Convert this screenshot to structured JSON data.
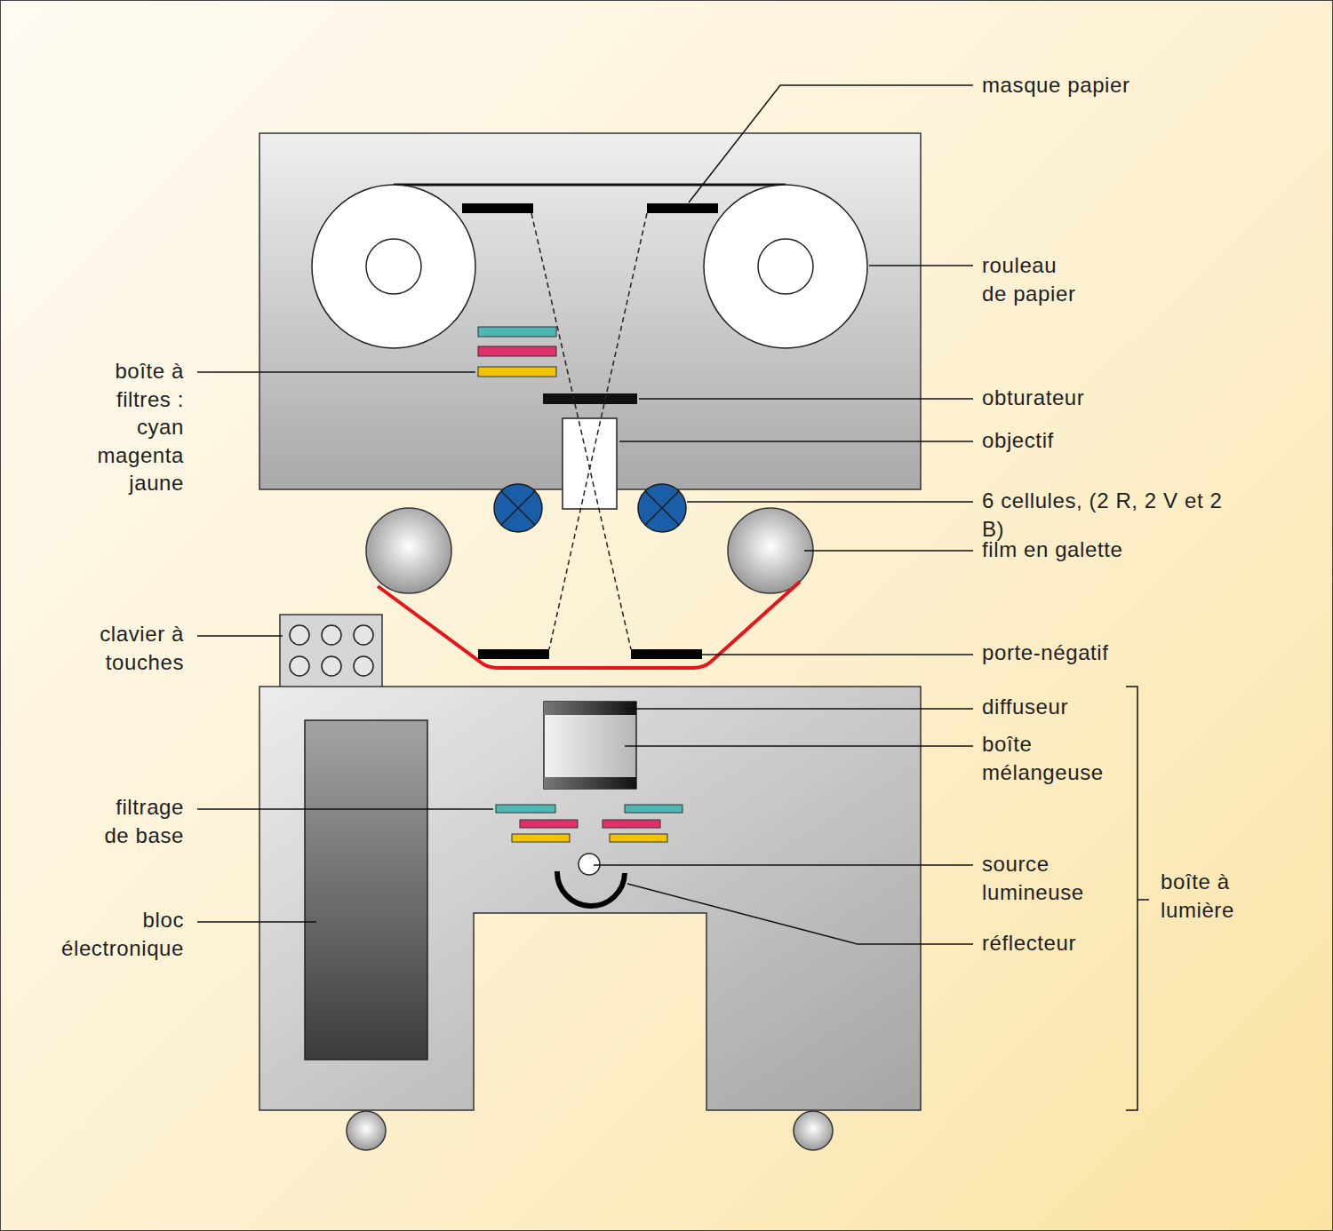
{
  "diagram": {
    "labels": [
      "masque papier",
      "rouleau de papier",
      "boîte à filtres : cyan magenta jaune",
      "obturateur",
      "objectif",
      "6 cellules, (2 R, 2 V et 2 B)",
      "film en galette",
      "clavier à touches",
      "porte-négatif",
      "diffuseur",
      "boîte mélangeuse",
      "filtrage de base",
      "source lumineuse",
      "bloc électronique",
      "réflecteur",
      "boîte à lumière"
    ]
  }
}
